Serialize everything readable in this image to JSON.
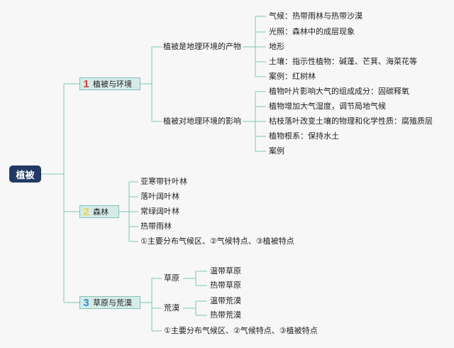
{
  "root": {
    "label": "植被"
  },
  "branches": [
    {
      "number": "1",
      "label": "植被与环境",
      "color": "#d9403a",
      "children": [
        {
          "label": "植被是地理环境的产物",
          "items": [
            "气候：热带雨林与热带沙漠",
            "光照：森林中的成层现象",
            "地形",
            "土壤：指示性植物：碱蓬、芒萁、海菜花等",
            "案例：红树林"
          ]
        },
        {
          "label": "植被对地理环境的影响",
          "items": [
            "植物叶片影响大气的组成成分：固碳释氧",
            "植物增加大气湿度，调节局地气候",
            "枯枝落叶改变土壤的物理和化学性质：腐殖质层",
            "植物根系：保持水土",
            "案例"
          ]
        }
      ]
    },
    {
      "number": "2",
      "label": "森林",
      "color": "#f2cf3a",
      "items": [
        "亚寒带针叶林",
        "落叶阔叶林",
        "常绿阔叶林",
        "热带雨林",
        "①主要分布气候区、②气候特点、③植被特点"
      ]
    },
    {
      "number": "3",
      "label": "草原与荒漠",
      "color": "#2f8fd8",
      "children": [
        {
          "label": "草原",
          "items": [
            "温带草原",
            "热带草原"
          ]
        },
        {
          "label": "荒漠",
          "items": [
            "温带荒漠",
            "热带荒漠"
          ]
        }
      ],
      "note": "①主要分布气候区、②气候特点、③植被特点"
    }
  ],
  "colors": {
    "line": "#7fc4ba",
    "root_bg": "#223a63",
    "branch_bg": "#d6ebe8"
  }
}
